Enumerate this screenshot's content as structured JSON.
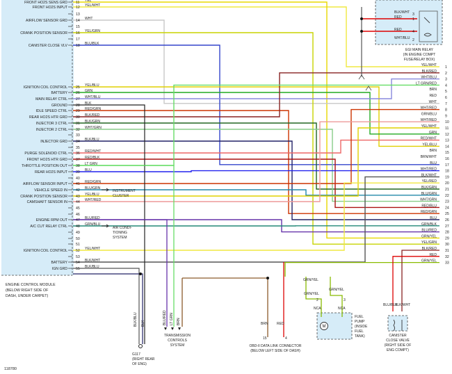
{
  "figure_id": "118780",
  "ecm": {
    "label_lines": [
      "ENGINE CONTROL MODULE",
      "(BELOW RIGHT SIDE OF",
      "DASH, UNDER CARPET)"
    ],
    "pins": [
      {
        "pin": "11",
        "label": "FRONT HO2S SENS GRD",
        "wire": "YEL",
        "color": "#e8d800"
      },
      {
        "pin": "12",
        "label": "FRONT HO2S INPUT",
        "wire": "YEL/WHT",
        "color": "#f0e840"
      },
      {
        "pin": "13",
        "label": "",
        "wire": "",
        "color": ""
      },
      {
        "pin": "14",
        "label": "AIRFLOW SENSOR GRD",
        "wire": "WHT",
        "color": "#c8c8c8"
      },
      {
        "pin": "15",
        "label": "",
        "wire": "",
        "color": ""
      },
      {
        "pin": "16",
        "label": "CRANK POSITION SENSOR",
        "wire": "YEL/GRN",
        "color": "#c8d400"
      },
      {
        "pin": "17",
        "label": "",
        "wire": "",
        "color": ""
      },
      {
        "pin": "18",
        "label": "CANISTER CLOSE VLV",
        "wire": "BLU/BLK",
        "color": "#3344cc"
      },
      {
        "pin": "25",
        "label": "IGNITION COIL CONTROL",
        "wire": "YEL/BLU",
        "color": "#e0d000"
      },
      {
        "pin": "26",
        "label": "BATTERY",
        "wire": "GRN",
        "color": "#22aa22"
      },
      {
        "pin": "27",
        "label": "MAIN RELAY CTRL",
        "wire": "WHT/BLU",
        "color": "#8888dd"
      },
      {
        "pin": "28",
        "label": "GROUND",
        "wire": "BLK",
        "color": "#222222"
      },
      {
        "pin": "29",
        "label": "IDLE SPEED CTRL",
        "wire": "RED/GRN",
        "color": "#cc3300"
      },
      {
        "pin": "30",
        "label": "REAR HO2S HTR GRD",
        "wire": "BLK/RED",
        "color": "#882222"
      },
      {
        "pin": "31",
        "label": "INJECTOR 3 CTRL",
        "wire": "BLK/GRN",
        "color": "#226622"
      },
      {
        "pin": "32",
        "label": "INJECTOR 2 CTRL",
        "wire": "WHT/GRN",
        "color": "#88cc88"
      },
      {
        "pin": "33",
        "label": "",
        "wire": "",
        "color": ""
      },
      {
        "pin": "34",
        "label": "INJECTOR GRD",
        "wire": "BLK/BLU",
        "color": "#222266"
      },
      {
        "pin": "35",
        "label": "",
        "wire": "",
        "color": ""
      },
      {
        "pin": "36",
        "label": "PURGE SOLENOID CTRL",
        "wire": "RED/WHT",
        "color": "#ee6666"
      },
      {
        "pin": "37",
        "label": "FRONT HO2S HTR GRD",
        "wire": "RED/BLK",
        "color": "#aa1111"
      },
      {
        "pin": "38",
        "label": "THROTTLE POSITION OUT",
        "wire": "LT GRN",
        "color": "#66dd66"
      },
      {
        "pin": "39",
        "label": "REAR HO2S INPUT",
        "wire": "BLU",
        "color": "#2222ee"
      },
      {
        "pin": "40",
        "label": "",
        "wire": "",
        "color": ""
      },
      {
        "pin": "41",
        "label": "AIRFLOW SENSOR INPUT",
        "wire": "RED/GRN",
        "color": "#cc3300"
      },
      {
        "pin": "42",
        "label": "VEHICLE SPEED IN",
        "wire": "BLU/GRN",
        "color": "#2288aa"
      },
      {
        "pin": "43",
        "label": "CRANK POSITION SENSOR",
        "wire": "YEL/BLU",
        "color": "#e0d000"
      },
      {
        "pin": "44",
        "label": "CAMSHAFT SENSOR IN",
        "wire": "WHT/RED",
        "color": "#ee9999"
      },
      {
        "pin": "45",
        "label": "",
        "wire": "",
        "color": ""
      },
      {
        "pin": "46",
        "label": "",
        "wire": "",
        "color": ""
      },
      {
        "pin": "47",
        "label": "ENGINE RPM OUT",
        "wire": "BLU/RED",
        "color": "#6633aa"
      },
      {
        "pin": "48",
        "label": "A/C CUT RELAY CTRL",
        "wire": "GRN/BLU",
        "color": "#228877"
      },
      {
        "pin": "49",
        "label": "",
        "wire": "",
        "color": ""
      },
      {
        "pin": "50",
        "label": "",
        "wire": "",
        "color": ""
      },
      {
        "pin": "51",
        "label": "",
        "wire": "",
        "color": ""
      },
      {
        "pin": "52",
        "label": "IGNITION COIL CONTROL",
        "wire": "YEL/WHT",
        "color": "#f0e840"
      },
      {
        "pin": "53",
        "label": "",
        "wire": "",
        "color": ""
      },
      {
        "pin": "54",
        "label": "BATTERY",
        "wire": "BLK/WHT",
        "color": "#555555"
      },
      {
        "pin": "55",
        "label": "IGN GRD",
        "wire": "BLK/BLU",
        "color": "#222266"
      }
    ]
  },
  "right_connector": {
    "pins": [
      {
        "pin": "1",
        "wire": "YEL/WHT",
        "color": "#f0e840"
      },
      {
        "pin": "2",
        "wire": "BLK/RED",
        "color": "#882222"
      },
      {
        "pin": "3",
        "wire": "WHT/BLU",
        "color": "#8888dd"
      },
      {
        "pin": "4",
        "wire": "LT GRN/RED",
        "color": "#66dd66"
      },
      {
        "pin": "5",
        "wire": "BRN",
        "color": "#8b5a2b"
      },
      {
        "pin": "6",
        "wire": "RED",
        "color": "#dd0000"
      },
      {
        "pin": "7",
        "wire": "WHT",
        "color": "#c8c8c8"
      },
      {
        "pin": "8",
        "wire": "WHT/RED",
        "color": "#ee9999"
      },
      {
        "pin": "9",
        "wire": "GRN/BLU",
        "color": "#228877"
      },
      {
        "pin": "10",
        "wire": "WHT/RED",
        "color": "#ee9999"
      },
      {
        "pin": "11",
        "wire": "YEL/WHT",
        "color": "#f0e840"
      },
      {
        "pin": "12",
        "wire": "GRN",
        "color": "#22aa22"
      },
      {
        "pin": "13",
        "wire": "RED/WHT",
        "color": "#ee6666"
      },
      {
        "pin": "14",
        "wire": "YEL/BLU",
        "color": "#e0d000"
      },
      {
        "pin": "15",
        "wire": "BRN",
        "color": "#8b5a2b"
      },
      {
        "pin": "16",
        "wire": "BRN/WHT",
        "color": "#b08050"
      },
      {
        "pin": "17",
        "wire": "BLU",
        "color": "#2222ee"
      },
      {
        "pin": "18",
        "wire": "WHT/RED",
        "color": "#ee9999"
      },
      {
        "pin": "19",
        "wire": "BLK/WHT",
        "color": "#555555"
      },
      {
        "pin": "20",
        "wire": "YEL/RED",
        "color": "#e89900"
      },
      {
        "pin": "21",
        "wire": "BLK/GRN",
        "color": "#226622"
      },
      {
        "pin": "22",
        "wire": "BLU/GRN",
        "color": "#2288aa"
      },
      {
        "pin": "23",
        "wire": "WHT/GRN",
        "color": "#88cc88"
      },
      {
        "pin": "24",
        "wire": "RED/BLU",
        "color": "#aa2266"
      },
      {
        "pin": "25",
        "wire": "RED/GRN",
        "color": "#cc3300"
      },
      {
        "pin": "26",
        "wire": "BLU",
        "color": "#2222ee"
      },
      {
        "pin": "27",
        "wire": "GRN/BLK",
        "color": "#226622"
      },
      {
        "pin": "28",
        "wire": "BLU/RED",
        "color": "#6633aa"
      },
      {
        "pin": "29",
        "wire": "GRN/YEL",
        "color": "#88bb00"
      },
      {
        "pin": "30",
        "wire": "YEL/GRN",
        "color": "#c8d400"
      },
      {
        "pin": "31",
        "wire": "BLK/RED",
        "color": "#882222"
      },
      {
        "pin": "32",
        "wire": "RED",
        "color": "#dd0000"
      },
      {
        "pin": "33",
        "wire": "GRN/YEL",
        "color": "#88bb00"
      }
    ]
  },
  "relay": {
    "label_lines": [
      "EGI MAIN RELAY",
      "(IN ENGINE COMPT",
      "FUSE/RELAY BOX)"
    ],
    "pins": [
      {
        "pin": "3",
        "wire": "BLK/WHT"
      },
      {
        "pin": "1",
        "wire": "RED"
      },
      {
        "pin": "4",
        "wire": "RED"
      },
      {
        "pin": "2",
        "wire": "WHT/BLU"
      }
    ]
  },
  "instrument_cluster": {
    "label_lines": [
      "INSTRUMENT",
      "CLUSTER"
    ]
  },
  "ac_system": {
    "label_lines": [
      "AIR CONDI-",
      "TIONING",
      "SYSTEM"
    ]
  },
  "transmission": {
    "label_lines": [
      "TRANSMISSION",
      "CONTROLS",
      "SYSTEM"
    ],
    "wires": [
      "BLU/RED",
      "LT GRN",
      "BRN"
    ]
  },
  "ground": {
    "name": "G117",
    "label_lines": [
      "G117",
      "(RIGHT REAR",
      "OF ENG)"
    ],
    "wires": [
      "BLK/BLU",
      "BLK"
    ]
  },
  "obd": {
    "label_lines": [
      "OBD-II DATA LINK CONNECTOR",
      "(BELOW LEFT SIDE OF DASH)"
    ],
    "pins": [
      {
        "pin": "15",
        "wire": "BRN"
      },
      {
        "pin": "4",
        "wire": "RED"
      }
    ]
  },
  "fuel_pump": {
    "label_lines": [
      "FUEL",
      "PUMP",
      "(INSIDE",
      "FUEL",
      "TANK)"
    ],
    "nca": "NCA",
    "motor": "M",
    "pins": [
      {
        "pin": "2",
        "wire": "GRN/YEL"
      },
      {
        "pin": "3",
        "wire": "GRN/YEL"
      }
    ]
  },
  "canister": {
    "label_lines": [
      "CANISTER",
      "CLOSE VALVE",
      "(RIGHT SIDE OF",
      "ENG COMPT)"
    ],
    "wires": [
      "BLU/BLK",
      "BLK/WHT"
    ]
  }
}
